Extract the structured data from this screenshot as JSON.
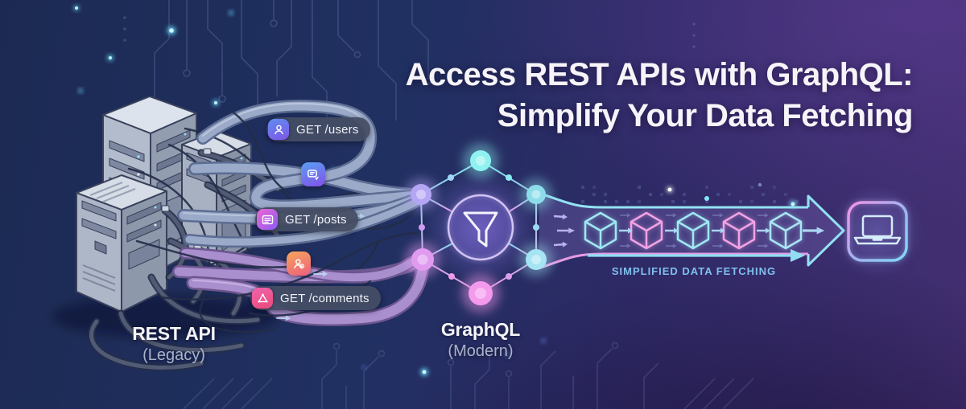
{
  "title": {
    "line1": "Access REST APIs with GraphQL:",
    "line2": "Simplify Your Data Fetching"
  },
  "source": {
    "label": "REST API",
    "sublabel": "(Legacy)"
  },
  "middleware": {
    "label": "GraphQL",
    "sublabel": "(Modern)"
  },
  "endpoints": {
    "users": "GET /users",
    "posts": "GET /posts",
    "comments": "GET /comments"
  },
  "flow": {
    "caption": "SIMPLIFIED DATA FETCHING"
  },
  "icons": {
    "users": "user-icon",
    "chat": "chat-message-icon",
    "posts": "document-icon",
    "person": "user-clock-icon",
    "comments": "graph-triangle-icon",
    "center": "funnel-icon",
    "destination": "laptop-icon"
  },
  "colors": {
    "background_left": "#1d2a55",
    "background_right": "#452f73",
    "accent_cyan": "#8fe6f5",
    "accent_pink": "#f0a0e8",
    "accent_purple": "#8b5cf6",
    "badge_background": "#454e64",
    "title_text": "#f6f4f9",
    "caption_text": "#7fc0ee"
  }
}
